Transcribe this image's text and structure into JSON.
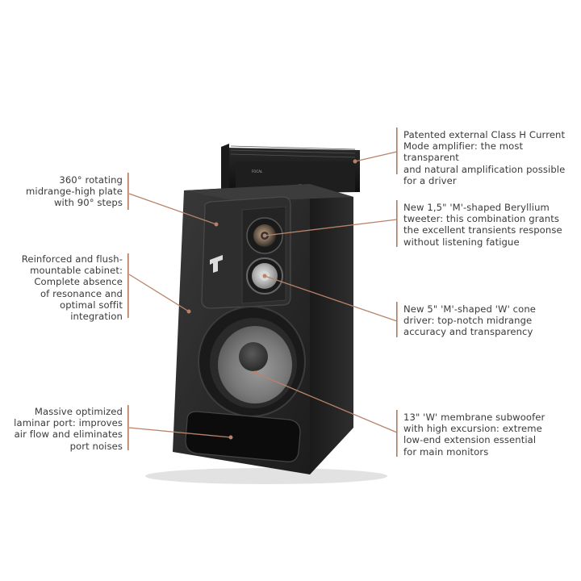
{
  "colors": {
    "leader": "#b9836a",
    "text": "#3a3a3a",
    "cabinet": "#2a2a2a"
  },
  "amplifier": {
    "brand": "FOCAL"
  },
  "callouts": {
    "plate": "360° rotating\nmidrange-high plate\nwith 90° steps",
    "cabinet": "Reinforced and flush-\nmountable cabinet:\nComplete absence\nof resonance and\noptimal soffit\nintegration",
    "port": "Massive optimized\nlaminar port: improves\nair flow and eliminates\nport noises",
    "amplifier": "Patented external Class H Current\nMode amplifier: the most transparent\nand natural amplification possible\nfor a driver",
    "tweeter": "New 1,5\" 'M'-shaped Beryllium\ntweeter: this combination grants\nthe excellent transients response\nwithout listening fatigue",
    "midrange": "New 5\" 'M'-shaped 'W' cone\ndriver: top-notch midrange\naccuracy and transparency",
    "subwoofer": "13\" 'W' membrane subwoofer\nwith high excursion: extreme\nlow-end extension essential\nfor main monitors"
  }
}
